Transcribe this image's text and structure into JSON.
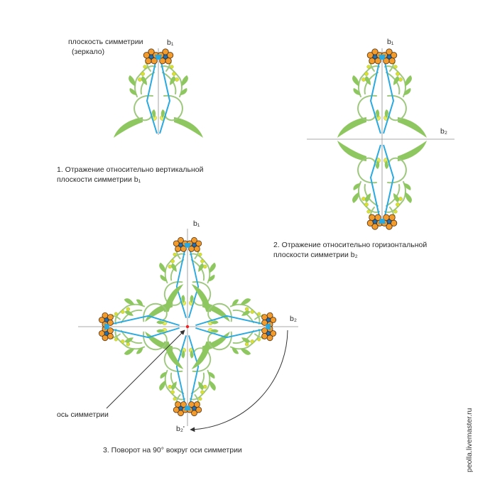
{
  "colors": {
    "axis": "#8e8e8e",
    "mirror_line": "#29a9e1",
    "vine": "#9ec87e",
    "leaf": "#8ec760",
    "petal": "#f39c2c",
    "petal_outline": "#5b3a1c",
    "flower_center": "#2a6fa8",
    "berry": "#d9e234",
    "bud": "#e9ec5a",
    "arrow": "#333333",
    "center_point": "#e8262a"
  },
  "labels": {
    "mirror_plane_line1": "плоскость симметрии",
    "mirror_plane_line2": "(зеркало)",
    "b1": "b₁",
    "b2": "b₂",
    "b2_prime": "b₂'",
    "axis_of_symmetry": "ось симметрии"
  },
  "captions": {
    "step1_line1": "1. Отражение относительно вертикальной",
    "step1_line2": "плоскости симметрии b₁",
    "step2_line1": "2. Отражение относительно горизонтальной",
    "step2_line2": "плоскости симметрии b₂",
    "step3": "3. Поворот на 90° вокруг оси симметрии"
  },
  "credit": "peolla.livemaster.ru"
}
